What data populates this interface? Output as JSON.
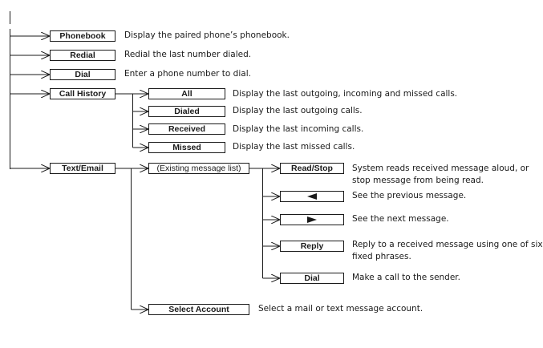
{
  "menu": {
    "phonebook": {
      "label": "Phonebook",
      "desc": "Display the paired phone’s phonebook."
    },
    "redial": {
      "label": "Redial",
      "desc": "Redial the last number dialed."
    },
    "dial": {
      "label": "Dial",
      "desc": "Enter a phone number to dial."
    },
    "call_history": {
      "label": "Call History",
      "items": {
        "all": {
          "label": "All",
          "desc": "Display the last outgoing, incoming and missed calls."
        },
        "dialed": {
          "label": "Dialed",
          "desc": "Display the last outgoing calls."
        },
        "received": {
          "label": "Received",
          "desc": "Display the last incoming calls."
        },
        "missed": {
          "label": "Missed",
          "desc": "Display the last missed calls."
        }
      }
    },
    "text_email": {
      "label": "Text/Email",
      "message_list": {
        "label": "(Existing message list)",
        "read_stop": {
          "label": "Read/Stop",
          "desc_line1": "System reads received message aloud, or",
          "desc_line2": "stop message from being read."
        },
        "previous": {
          "icon": "left-triangle-icon",
          "desc": "See the previous message."
        },
        "next": {
          "icon": "right-triangle-icon",
          "desc": "See the next message."
        },
        "reply": {
          "label": "Reply",
          "desc_line1": "Reply to a received message using one of six",
          "desc_line2": "fixed phrases."
        },
        "dial": {
          "label": "Dial",
          "desc": "Make a call to the sender."
        }
      },
      "select_account": {
        "label": "Select Account",
        "desc": "Select a mail or text message account."
      }
    }
  }
}
